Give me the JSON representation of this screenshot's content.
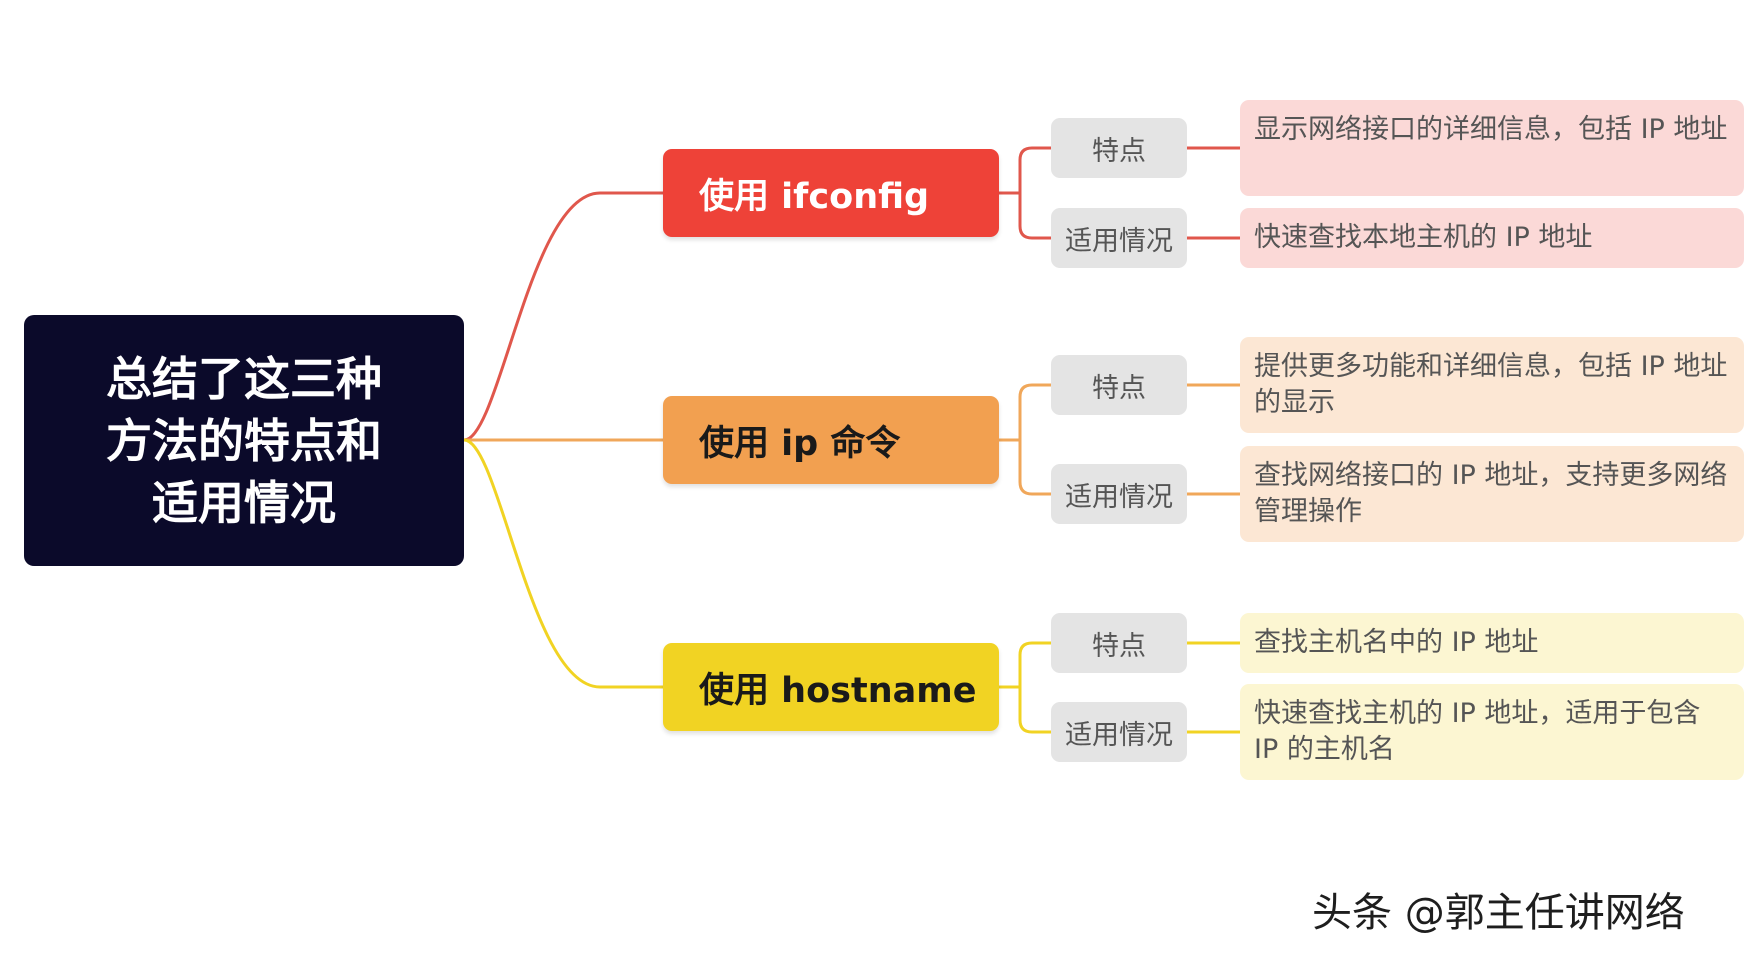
{
  "root": {
    "title": "总结了这三种方法的特点和适用情况"
  },
  "branches": [
    {
      "title": "使用 ifconfig",
      "items": [
        {
          "label": "特点",
          "text": "显示网络接口的详细信息，包括 IP 地址"
        },
        {
          "label": "适用情况",
          "text": "快速查找本地主机的 IP 地址"
        }
      ]
    },
    {
      "title": "使用 ip 命令",
      "items": [
        {
          "label": "特点",
          "text": "提供更多功能和详细信息，包括 IP 地址的显示"
        },
        {
          "label": "适用情况",
          "text": "查找网络接口的 IP 地址，支持更多网络管理操作"
        }
      ]
    },
    {
      "title": "使用 hostname",
      "items": [
        {
          "label": "特点",
          "text": "查找主机名中的 IP 地址"
        },
        {
          "label": "适用情况",
          "text": " 快速查找主机的 IP 地址，适用于包含 IP 的主机名"
        }
      ]
    }
  ],
  "colors": {
    "root_bg": "#0b0a2a",
    "branch_red": "#ee4238",
    "branch_orange": "#f2a050",
    "branch_yellow": "#f1d323",
    "desc_red": "#fbd9d7",
    "desc_orange": "#fce7d4",
    "desc_yellow": "#fcf6d2",
    "label_bg": "#e4e4e4"
  },
  "watermark": "头条 @郭主任讲网络"
}
